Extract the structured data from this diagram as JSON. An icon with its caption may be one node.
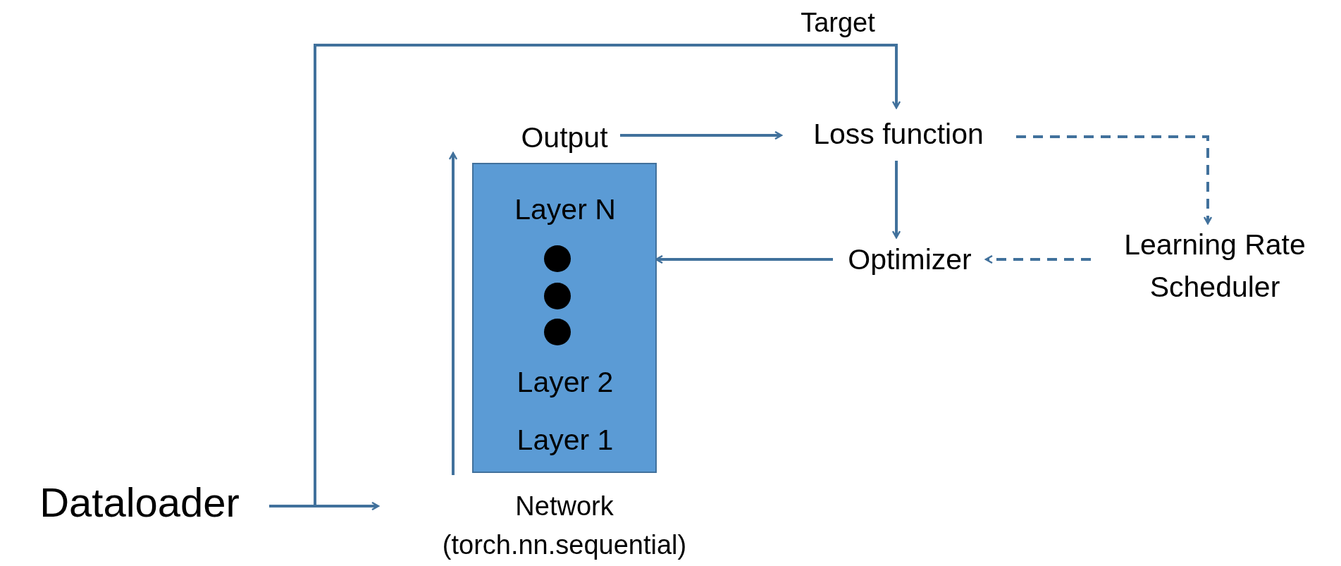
{
  "diagram": {
    "nodes": [
      {
        "text": [
          "Dataloader"
        ]
      },
      {
        "text": [
          "Output"
        ]
      },
      {
        "text": [
          "Loss function"
        ]
      },
      {
        "text": [
          "Layer N",
          "Layer 2",
          "Layer 1"
        ],
        "beside": [
          "Network (torch.nn.sequential)"
        ]
      },
      {
        "text": [
          "Optimizer"
        ]
      },
      {
        "text": [
          "Learning Rate Scheduler"
        ]
      }
    ],
    "edges": [
      {
        "from": 0,
        "to": null,
        "arrow": "to"
      },
      {
        "from": 0,
        "to": 2,
        "arrow": "to",
        "label": "Target"
      },
      {
        "from": 1,
        "to": 2,
        "arrow": "to"
      },
      {
        "from": 2,
        "to": 4,
        "arrow": "to"
      },
      {
        "from": 2,
        "to": 5,
        "arrow": "to",
        "style": "dashed"
      },
      {
        "from": 5,
        "to": 4,
        "arrow": "to",
        "style": "dashed"
      },
      {
        "from": 4,
        "to": 3,
        "arrow": "to"
      }
    ]
  }
}
